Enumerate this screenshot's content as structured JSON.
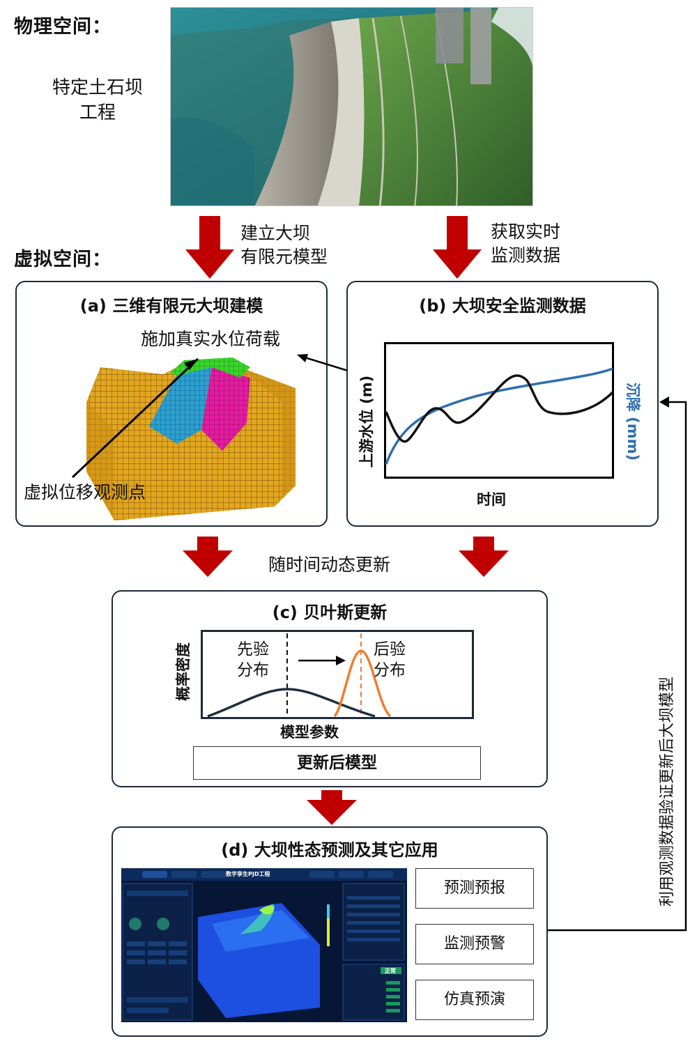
{
  "physical_space": {
    "label": "物理空间：",
    "project_line1": "特定土石坝",
    "project_line2": "工程"
  },
  "virtual_space": {
    "label": "虚拟空间："
  },
  "arrows": {
    "build_model_line1": "建立大坝",
    "build_model_line2": "有限元模型",
    "get_data_line1": "获取实时",
    "get_data_line2": "监测数据",
    "dynamic_update": "随时间动态更新",
    "verify": "利用观测数据验证更新后大坝模型"
  },
  "panel_a": {
    "title": "(a) 三维有限元大坝建模",
    "load_label": "施加真实水位荷载",
    "point_label": "虚拟位移观测点"
  },
  "panel_b": {
    "title": "(b) 大坝安全监测数据",
    "ylabel_left": "上游水位 (m)",
    "ylabel_right": "沉降 (mm)",
    "xlabel": "时间",
    "colors": {
      "water_level": "#111111",
      "settlement": "#2e6fb0"
    }
  },
  "panel_c": {
    "title": "(c) 贝叶斯更新",
    "prior_line1": "先验",
    "prior_line2": "分布",
    "posterior_line1": "后验",
    "posterior_line2": "分布",
    "ylabel": "概率密度",
    "xlabel": "模型参数",
    "updated_model": "更新后模型",
    "colors": {
      "prior": "#1d2f3f",
      "posterior": "#ee7d31"
    }
  },
  "panel_d": {
    "title": "(d) 大坝性态预测及其它应用",
    "dashboard_title": "数字孪生PJD工程",
    "dashboard_status": "正常",
    "apps": [
      "预测预报",
      "监测预警",
      "仿真预演"
    ]
  }
}
